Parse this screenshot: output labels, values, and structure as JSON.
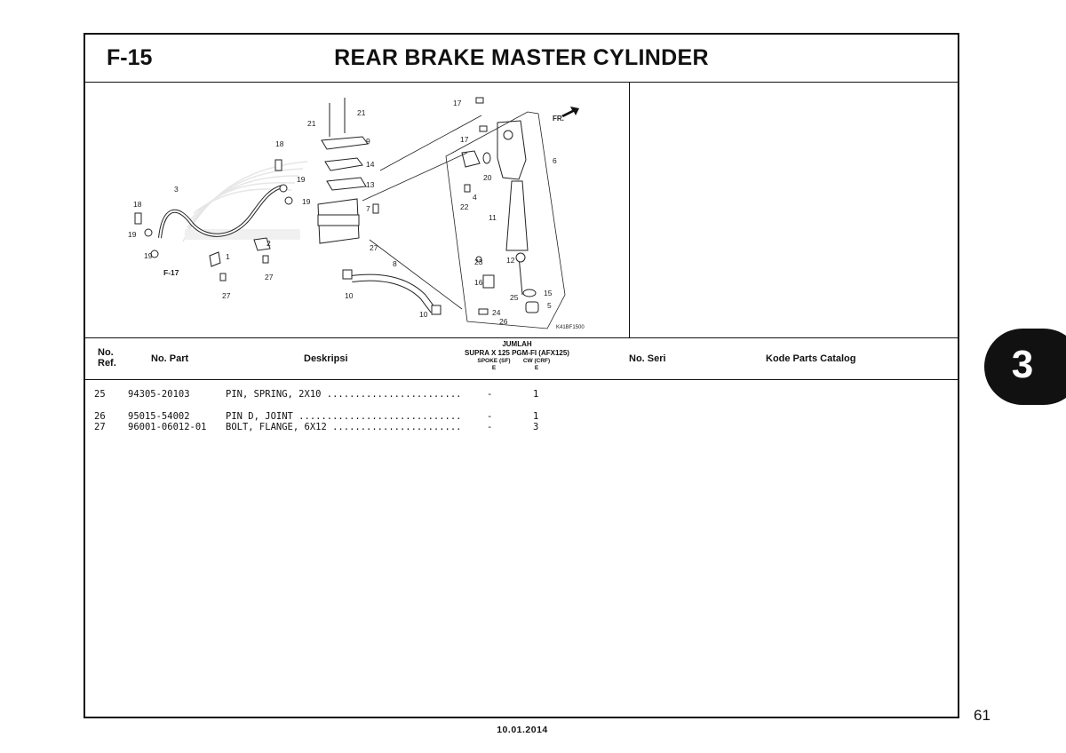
{
  "header": {
    "code": "F-15",
    "title": "REAR BRAKE MASTER CYLINDER"
  },
  "diagram": {
    "cross_ref": "F-17",
    "direction_label": "FR.",
    "figure_code": "K41BF1500",
    "callouts": [
      "17",
      "FR.",
      "21",
      "21",
      "9",
      "17",
      "6",
      "18",
      "14",
      "20",
      "19",
      "13",
      "4",
      "3",
      "18",
      "19",
      "22",
      "7",
      "11",
      "19",
      "27",
      "19",
      "2",
      "8",
      "23",
      "12",
      "1",
      "16",
      "27",
      "25",
      "15",
      "27",
      "10",
      "5",
      "24",
      "10",
      "26"
    ]
  },
  "table": {
    "headers": {
      "no_ref_1": "No.",
      "no_ref_2": "Ref.",
      "no_part": "No. Part",
      "deskripsi": "Deskripsi",
      "jumlah": "JUMLAH",
      "model": "SUPRA X 125 PGM-FI (AFX125)",
      "spoke": "SPOKE (SF)",
      "spoke_code": "E",
      "cw": "CW (CRF)",
      "cw_code": "E",
      "no_seri": "No. Seri",
      "kode": "Kode Parts Catalog"
    },
    "rows": [
      {
        "ref": "25",
        "part": "94305-20103",
        "desc": "PIN, SPRING, 2X10 ........................",
        "spoke": "-",
        "cw": "1"
      },
      {
        "ref": "26",
        "part": "95015-54002",
        "desc": "PIN D, JOINT .............................",
        "spoke": "-",
        "cw": "1"
      },
      {
        "ref": "27",
        "part": "96001-06012-01",
        "desc": "BOLT, FLANGE, 6X12 .......................",
        "spoke": "-",
        "cw": "3"
      }
    ]
  },
  "section_tab": "3",
  "page_number": "61",
  "footer_date": "10.01.2014"
}
